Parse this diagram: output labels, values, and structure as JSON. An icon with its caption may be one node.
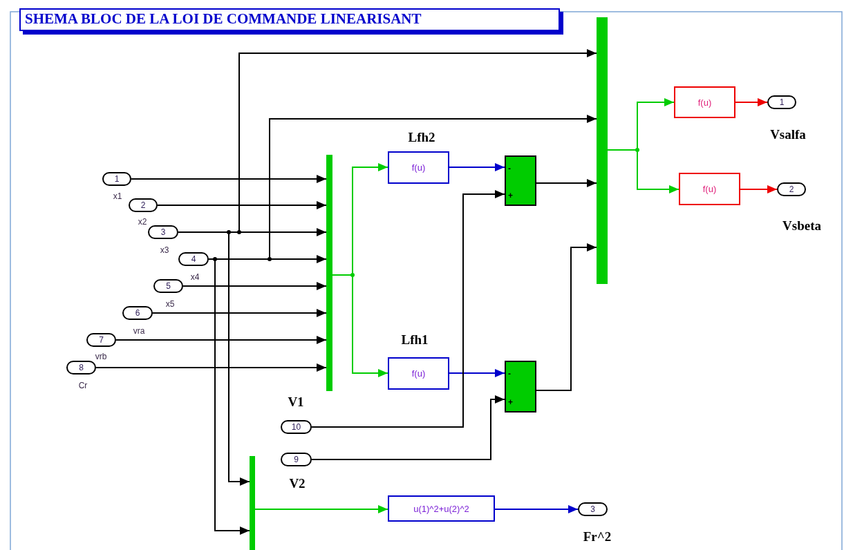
{
  "diagram": {
    "title": "SHEMA BLOC DE LA LOI DE COMMANDE  LINEARISANT",
    "nodes": [
      {
        "text": [
          "1"
        ],
        "beside": [
          "x1"
        ]
      },
      {
        "text": [
          "2"
        ]
      },
      {
        "text": [
          "3"
        ],
        "beside": [
          "x3"
        ]
      },
      {
        "text": [
          "4"
        ],
        "beside": [
          "x4"
        ]
      },
      {
        "text": [
          "5"
        ],
        "beside": [
          "x5"
        ]
      },
      {
        "text": [
          "6"
        ],
        "beside": [
          "vra"
        ]
      },
      {
        "text": [
          "7"
        ]
      },
      {
        "text": [
          "8"
        ],
        "beside": [
          "Cr"
        ]
      },
      {
        "text": [
          "10"
        ]
      },
      {
        "text": [
          "9"
        ]
      },
      {
        "text": [],
        "shape": "bar"
      },
      {
        "text": [
          "f(u)"
        ],
        "beside": [
          "Lfh2"
        ]
      },
      {
        "text": [
          "f(u)"
        ],
        "beside": [
          "Lfh1"
        ]
      },
      {
        "text": [
          "-",
          "+"
        ]
      },
      {
        "text": [
          "-",
          "+"
        ]
      },
      {
        "text": [],
        "shape": "bar"
      },
      {
        "text": [
          "f(u)"
        ]
      },
      {
        "text": [
          "f(u)"
        ]
      },
      {
        "text": [
          "1"
        ],
        "beside": [
          "Vsalfa"
        ]
      },
      {
        "text": [
          "2"
        ],
        "beside": [
          "Vsbeta"
        ]
      },
      {
        "text": [],
        "shape": "bar"
      },
      {
        "text": [
          "u(1)^2+u(2)^2"
        ]
      },
      {
        "text": [
          "3"
        ],
        "beside": [
          "Fr^2"
        ]
      }
    ],
    "edges": [
      {
        "from": 0,
        "to": 10,
        "arrow": "to"
      },
      {
        "from": 1,
        "to": 10,
        "arrow": "to"
      },
      {
        "from": 2,
        "to": 10,
        "arrow": "to"
      },
      {
        "from": 3,
        "to": 10,
        "arrow": "to"
      },
      {
        "from": 4,
        "to": 10,
        "arrow": "to"
      },
      {
        "from": 5,
        "to": 10,
        "arrow": "to"
      },
      {
        "from": 6,
        "to": 10,
        "arrow": "to"
      },
      {
        "from": 7,
        "to": 10,
        "arrow": "to"
      },
      {
        "from": 2,
        "to": 15,
        "arrow": "to"
      },
      {
        "from": 3,
        "to": 15,
        "arrow": "to"
      },
      {
        "from": 2,
        "to": 20,
        "arrow": "to"
      },
      {
        "from": 3,
        "to": 20,
        "arrow": "to"
      },
      {
        "from": 10,
        "to": 11,
        "arrow": "to",
        "color": "#00cc00"
      },
      {
        "from": 10,
        "to": 12,
        "arrow": "to",
        "color": "#00cc00"
      },
      {
        "from": 11,
        "to": 13,
        "arrow": "to",
        "color": "#0000cc"
      },
      {
        "from": 12,
        "to": 14,
        "arrow": "to",
        "color": "#0000cc"
      },
      {
        "from": 8,
        "to": 13,
        "arrow": "to"
      },
      {
        "from": 9,
        "to": 14,
        "arrow": "to"
      },
      {
        "from": 13,
        "to": 15,
        "arrow": "to"
      },
      {
        "from": 14,
        "to": 15,
        "arrow": "to"
      },
      {
        "from": 15,
        "to": 16,
        "arrow": "to",
        "color": "#00cc00"
      },
      {
        "from": 15,
        "to": 17,
        "arrow": "to",
        "color": "#00cc00"
      },
      {
        "from": 16,
        "to": 18,
        "arrow": "to",
        "color": "#ee0000"
      },
      {
        "from": 17,
        "to": 19,
        "arrow": "to",
        "color": "#ee0000"
      },
      {
        "from": 20,
        "to": 21,
        "arrow": "to",
        "color": "#00cc00"
      },
      {
        "from": 21,
        "to": 22,
        "arrow": "to",
        "color": "#0000cc"
      }
    ],
    "labels": [
      "x2",
      "vrb",
      "V1",
      "V2"
    ]
  }
}
